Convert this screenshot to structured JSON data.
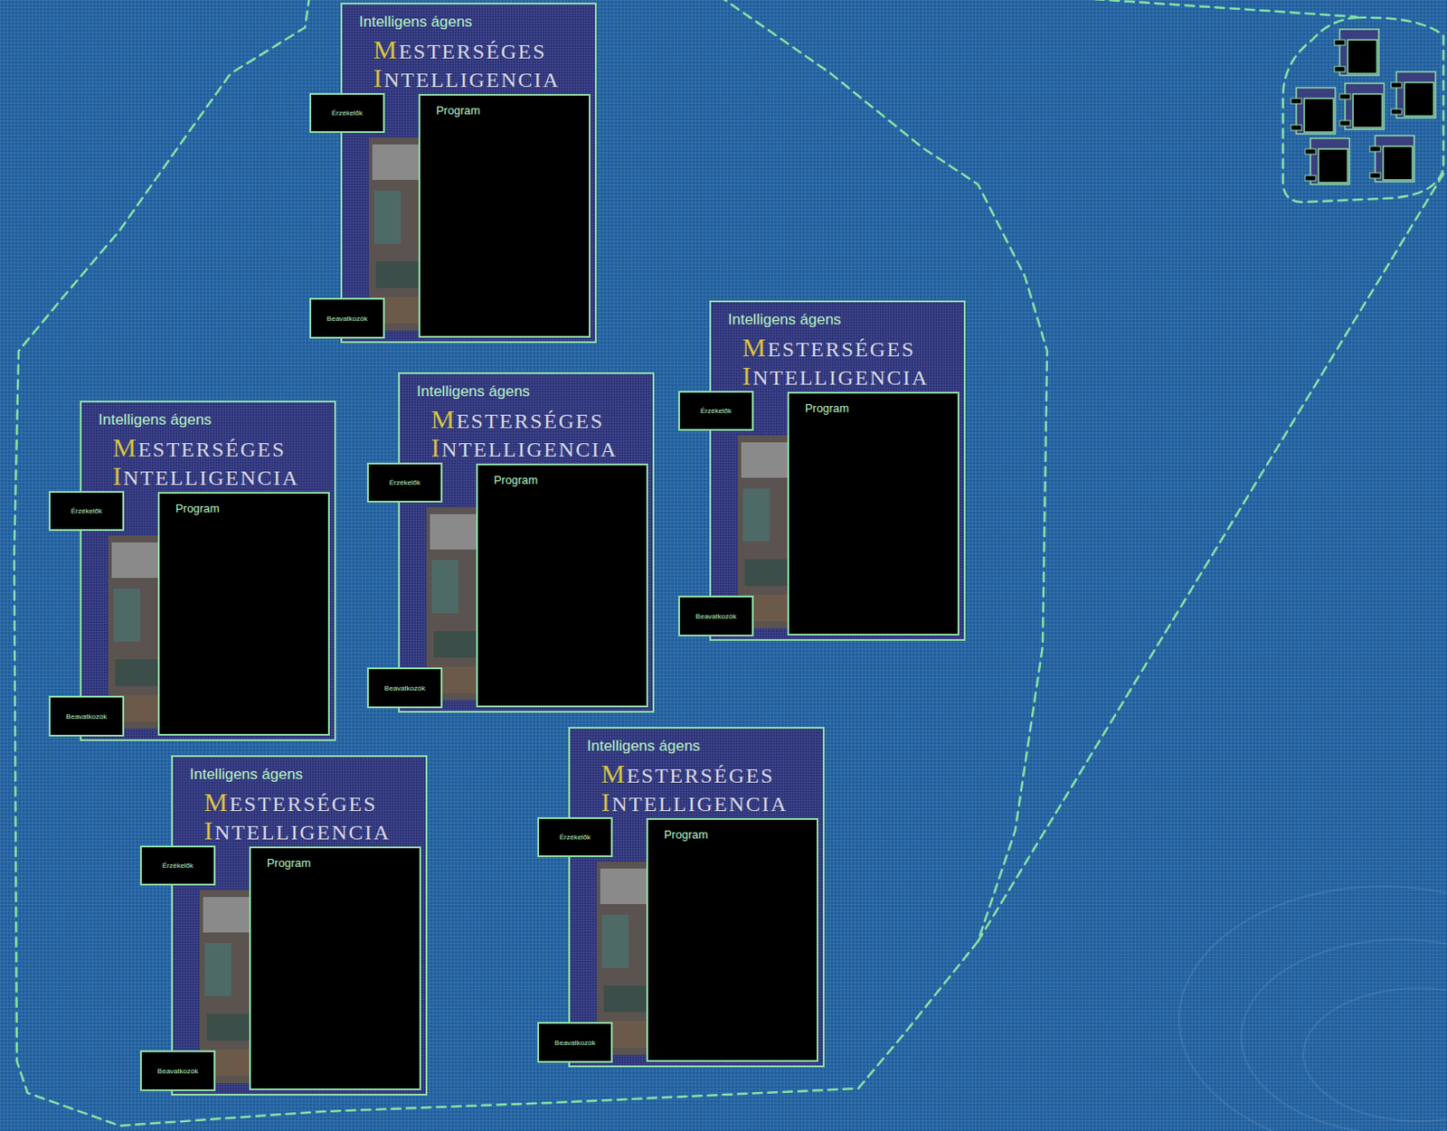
{
  "diagram": {
    "nodes": [
      {
        "text": [
          "Intelligens ágens",
          "MESTERSÉGES",
          "INTELLIGENCIA"
        ]
      },
      {
        "text": [
          "Érzékelők"
        ],
        "in": 0
      },
      {
        "text": [
          "Program"
        ],
        "in": 0
      },
      {
        "text": [
          "Beavatkozók"
        ],
        "in": 0
      },
      {
        "text": [
          "Intelligens ágens",
          "MESTERSÉGES",
          "INTELLIGENCIA"
        ]
      },
      {
        "text": [
          "Érzékelők"
        ],
        "in": 4
      },
      {
        "text": [
          "Program"
        ],
        "in": 4
      },
      {
        "text": [
          "Beavatkozók"
        ],
        "in": 4
      },
      {
        "text": [
          "Intelligens ágens",
          "MESTERSÉGES",
          "INTELLIGENCIA"
        ]
      },
      {
        "text": [
          "Érzékelők"
        ],
        "in": 8
      },
      {
        "text": [
          "Program"
        ],
        "in": 8
      },
      {
        "text": [
          "Beavatkozók"
        ],
        "in": 8
      },
      {
        "text": [
          "Intelligens ágens",
          "MESTERSÉGES",
          "INTELLIGENCIA"
        ]
      },
      {
        "text": [
          "Érzékelők"
        ],
        "in": 12
      },
      {
        "text": [
          "Program"
        ],
        "in": 12
      },
      {
        "text": [
          "Beavatkozók"
        ],
        "in": 12
      },
      {
        "text": [
          "Intelligens ágens",
          "MESTERSÉGES",
          "INTELLIGENCIA"
        ]
      },
      {
        "text": [
          "Érzékelők"
        ],
        "in": 16
      },
      {
        "text": [
          "Program"
        ],
        "in": 16
      },
      {
        "text": [
          "Beavatkozók"
        ],
        "in": 16
      },
      {
        "text": [
          "Intelligens ágens",
          "MESTERSÉGES",
          "INTELLIGENCIA"
        ]
      },
      {
        "text": [
          "Érzékelők"
        ],
        "in": 20
      },
      {
        "text": [
          "Program"
        ],
        "in": 20
      },
      {
        "text": [
          "Beavatkozók"
        ],
        "in": 20
      }
    ],
    "edges": [
      {
        "from": 1,
        "to": 2,
        "arrow": "to"
      },
      {
        "from": 2,
        "to": 3,
        "arrow": "to"
      },
      {
        "from": 5,
        "to": 6,
        "arrow": "to"
      },
      {
        "from": 6,
        "to": 7,
        "arrow": "to"
      },
      {
        "from": 9,
        "to": 10,
        "arrow": "to"
      },
      {
        "from": 10,
        "to": 11,
        "arrow": "to"
      },
      {
        "from": 13,
        "to": 14,
        "arrow": "to"
      },
      {
        "from": 14,
        "to": 15,
        "arrow": "to"
      },
      {
        "from": 17,
        "to": 18,
        "arrow": "to"
      },
      {
        "from": 18,
        "to": 19,
        "arrow": "to"
      },
      {
        "from": 21,
        "to": 22,
        "arrow": "to"
      },
      {
        "from": 22,
        "to": 23,
        "arrow": "to"
      }
    ]
  }
}
